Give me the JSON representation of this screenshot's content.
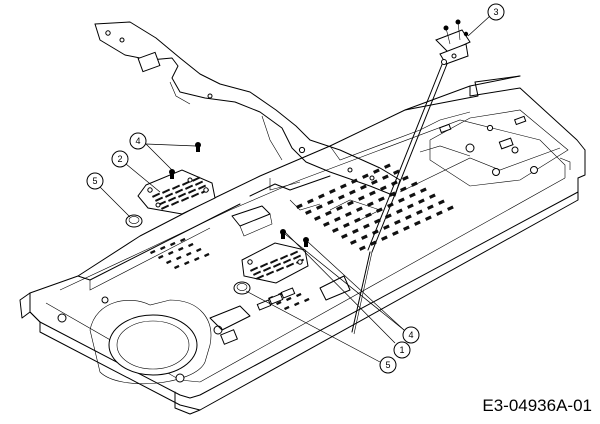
{
  "drawing": {
    "id_label": "E3-04936A-01"
  },
  "callouts": [
    {
      "label": "1"
    },
    {
      "label": "2"
    },
    {
      "label": "3"
    },
    {
      "label": "4"
    },
    {
      "label": "4"
    },
    {
      "label": "5"
    },
    {
      "label": "5"
    }
  ]
}
